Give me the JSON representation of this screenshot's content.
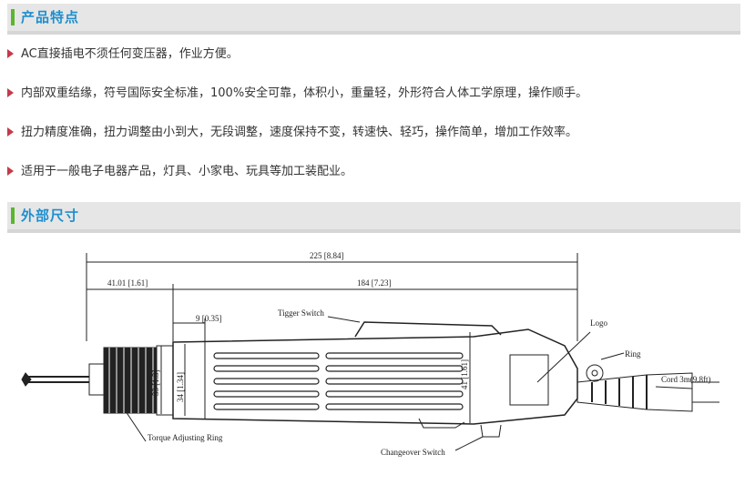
{
  "section_features": {
    "title": "产品特点"
  },
  "features": [
    "AC直接插电不须任何变压器，作业方便。",
    "内部双重结缘，符号国际安全标准，100%安全可靠，体积小，重量轻，外形符合人体工学原理，操作顺手。",
    "扭力精度准确，扭力调整由小到大，无段调整，速度保持不变，转速快、轻巧，操作简单，增加工作效率。",
    "适用于一般电子电器产品，灯具、小家电、玩具等加工装配业。"
  ],
  "section_dimensions": {
    "title": "外部尺寸"
  },
  "diagram": {
    "dim_total": "225 [8.84]",
    "dim_front": "41.01 [1.61]",
    "dim_body": "184 [7.23]",
    "dim_ring_width": "9 [0.35]",
    "dim_ring_dia": "33 [1.3]",
    "dim_body_dia": "34 [1.34]",
    "dim_grip_dia": "41 [1.61]",
    "label_trigger": "Tigger Switch",
    "label_logo": "Logo",
    "label_ring": "Ring",
    "label_cord": "Cord 3m(9.8ft)",
    "label_torque": "Torque Adjusting Ring",
    "label_changeover": "Changeover Switch"
  }
}
